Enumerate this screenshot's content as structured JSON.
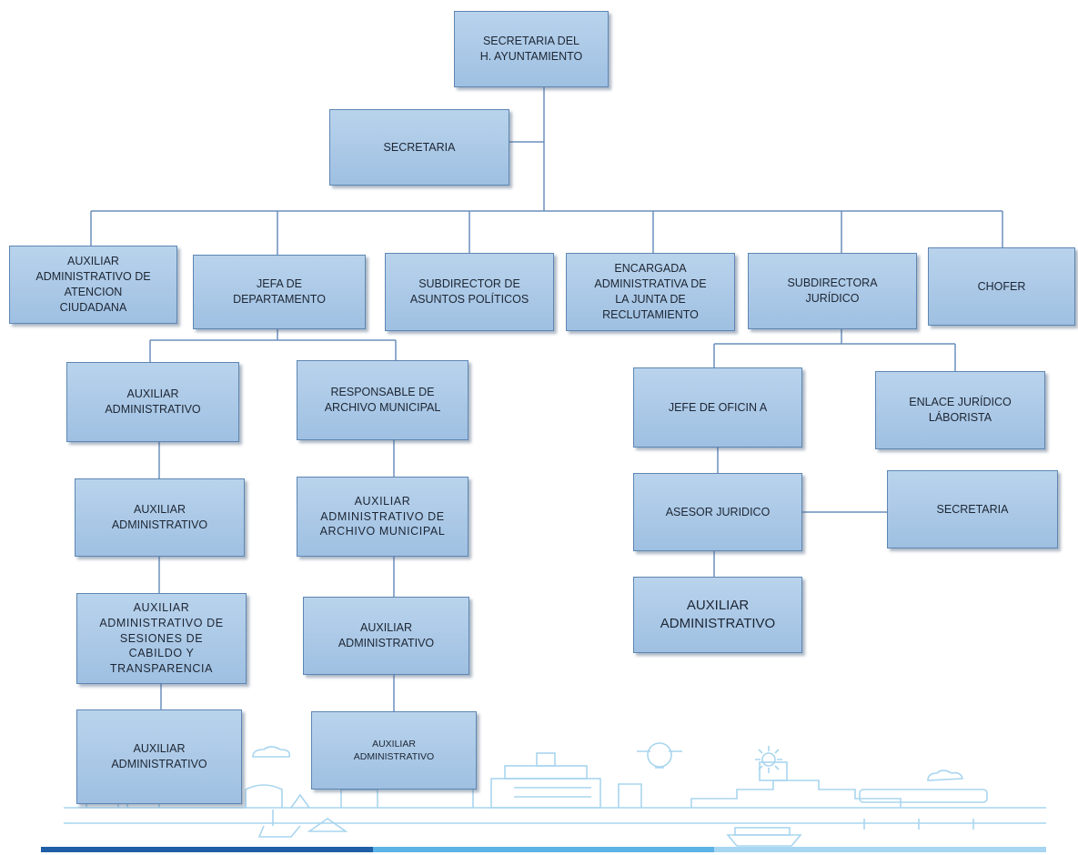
{
  "org_chart": {
    "root": "SECRETARIA DEL\nH. AYUNTAMIENTO",
    "secretaria_top": "SECRETARIA",
    "aux_atencion": "AUXILIAR\nADMINISTRATIVO DE\nATENCION\nCIUDADANA",
    "jefa_departamento": "JEFA DE\nDEPARTAMENTO",
    "subdirector_politicos": "SUBDIRECTOR DE\nASUNTOS POLÍTICOS",
    "encargada_junta": "ENCARGADA\nADMINISTRATIVA DE\nLA JUNTA DE\nRECLUTAMIENTO",
    "subdirectora_juridico": "SUBDIRECTORA\nJURÍDICO",
    "chofer": "CHOFER",
    "aux_adm_1": "AUXILIAR\nADMINISTRATIVO",
    "aux_adm_2": "AUXILIAR\nADMINISTRATIVO",
    "aux_sesiones": "AUXILIAR\nADMINISTRATIVO DE\nSESIONES DE\nCABILDO Y\nTRANSPARENCIA",
    "aux_adm_3": "AUXILIAR\nADMINISTRATIVO",
    "responsable_archivo": "RESPONSABLE DE\nARCHIVO MUNICIPAL",
    "aux_archivo": "AUXILIAR\nADMINISTRATIVO DE\nARCHIVO MUNICIPAL",
    "aux_adm_4": "AUXILIAR\nADMINISTRATIVO",
    "aux_adm_5": "AUXILIAR\nADMINISTRATIVO",
    "jefe_oficina": "JEFE DE OFICIN A",
    "enlace_juridico": "ENLACE JURÍDICO\nLÁBORISTA",
    "asesor_juridico": "ASESOR JURIDICO",
    "secretaria_juridico": "SECRETARIA",
    "aux_adm_6": "AUXILIAR\nADMINISTRATIVO"
  },
  "colors": {
    "box_fill": "#a9c8e8",
    "box_border": "#5d86b3",
    "connector": "#6a8fbd",
    "decoration": "#a9d5ef",
    "bar_dark": "#1f5fa6",
    "bar_mid": "#5cb3e6",
    "bar_light": "#a6d6f2"
  }
}
